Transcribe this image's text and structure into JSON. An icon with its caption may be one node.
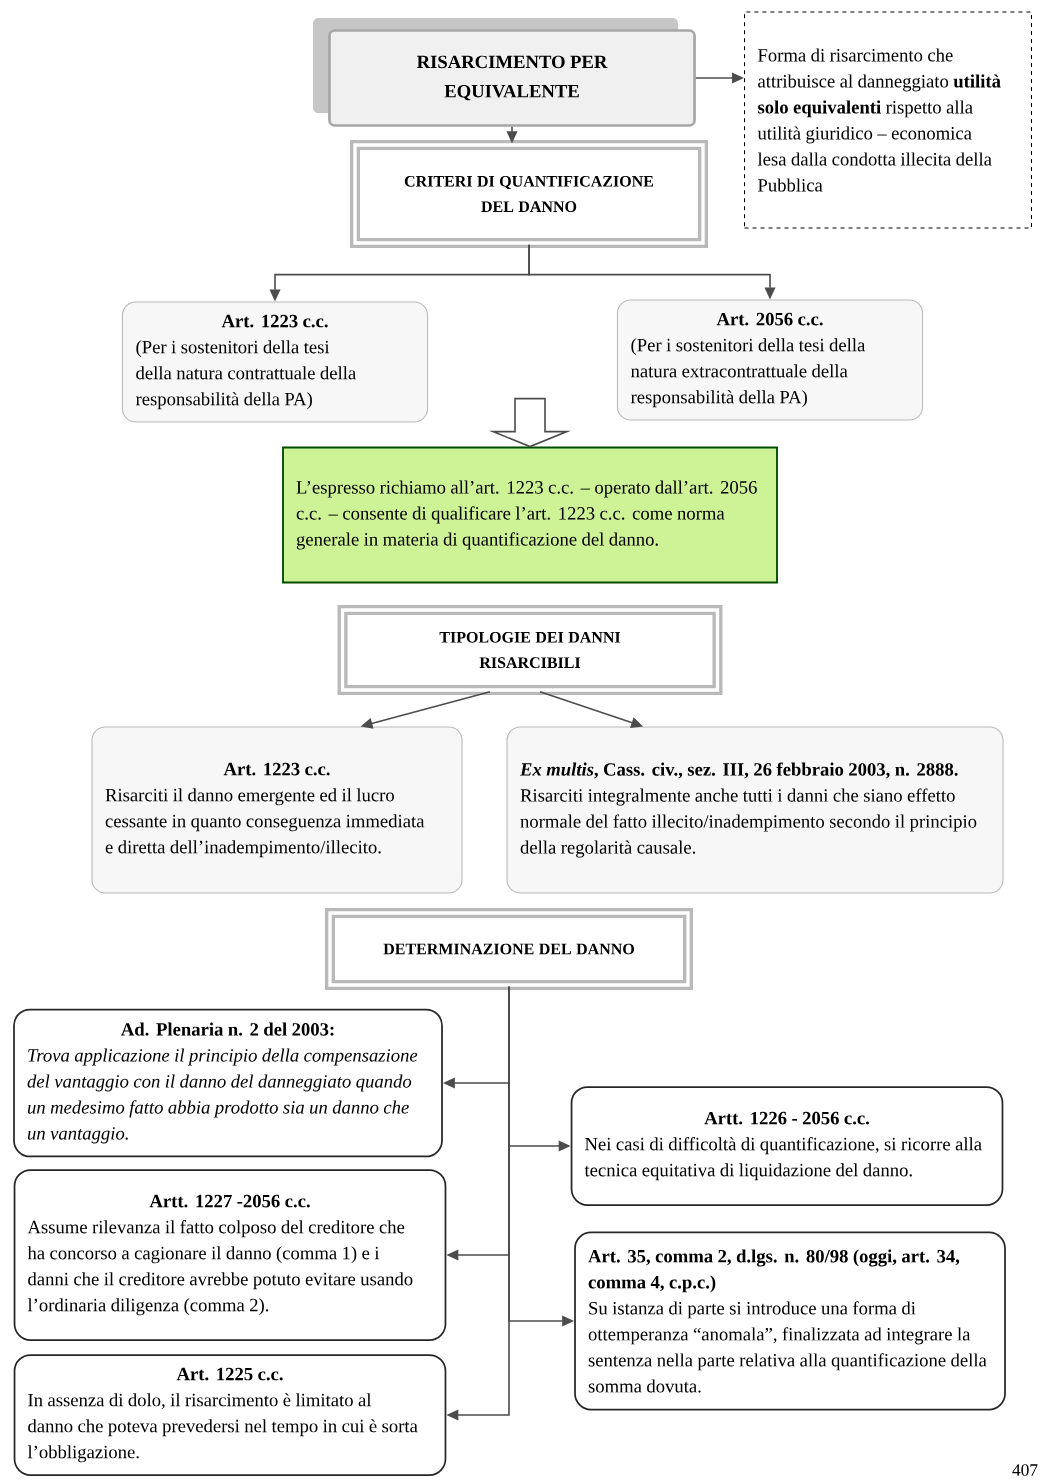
{
  "diagram": {
    "nodes": [
      {
        "text": [
          "RISARCIMENTO PER EQUIVALENTE"
        ]
      },
      {
        "text": [
          "Forma di risarcimento che attribuisce al danneggiato **utilità solo equivalenti** rispetto alla utilità giuridico – economica lesa dalla condotta illecita della Pubblica"
        ]
      },
      {
        "text": [
          "CRITERI DI QUANTIFICAZIONE DEL DANNO"
        ]
      },
      {
        "text": [
          "Art. 1223 c.c.",
          "(Per i sostenitori della tesi della natura contrattuale della responsabilità della PA)"
        ]
      },
      {
        "text": [
          "Art. 2056 c.c.",
          "(Per i sostenitori della tesi della natura extracontrattuale della responsabilità della PA)"
        ]
      },
      {
        "text": [
          "L’espresso richiamo all’art. 1223 c.c. – operato dall’art. 2056 c.c. – consente di qualificare l’art. 1223 c.c. come norma generale in materia di quantificazione del danno."
        ]
      },
      {
        "text": [
          "TIPOLOGIE DEI DANNI RISARCIBILI"
        ]
      },
      {
        "text": [
          "Art. 1223 c.c.",
          "Risarciti il danno emergente ed il lucro cessante in quanto conseguenza immediata e diretta dell’inadempimento/illecito."
        ]
      },
      {
        "text": [
          "*Ex multis*, Cass. civ., sez. III, 26 febbraio 2003, n. 2888.",
          "Risarciti integralmente anche tutti i danni che siano effetto normale del fatto illecito/inadempimento secondo il principio della regolarità causale."
        ]
      },
      {
        "text": [
          "DETERMINAZIONE DEL DANNO"
        ]
      },
      {
        "text": [
          "Ad. Plenaria n. 2 del 2003:",
          "Trova applicazione il principio della compensazione del vantaggio con il danno del danneggiato quando un medesimo fatto abbia prodotto sia un danno che un vantaggio."
        ]
      },
      {
        "text": [
          "Artt. 1226 - 2056 c.c.",
          "Nei casi di difficoltà di quantificazione, si ricorre alla tecnica equitativa di liquidazione del danno."
        ]
      },
      {
        "text": [
          "Artt. 1227 -2056 c.c.",
          "Assume rilevanza il fatto colposo del creditore che ha concorso a cagionare il danno (comma 1) e i danni che il creditore avrebbe potuto evitare usando l’ordinaria diligenza (comma 2)."
        ]
      },
      {
        "text": [
          "Art. 35, comma 2, d.lgs. n. 80/98 (oggi, art. 34, comma 4, c.p.c.)",
          "Su istanza di parte si introduce una forma di ottemperanza “anomala”, finalizzata ad integrare la sentenza nella parte relativa alla quantificazione della somma dovuta."
        ]
      },
      {
        "text": [
          "Art. 1225 c.c.",
          "In assenza di dolo, il risarcimento è limitato al danno che poteva prevedersi nel tempo in cui è sorta l’obbligazione."
        ]
      }
    ],
    "edges": [
      {
        "from": 0,
        "to": 1,
        "arrow": "to"
      },
      {
        "from": 0,
        "to": 2,
        "arrow": "to"
      },
      {
        "from": 2,
        "to": 3,
        "arrow": "to"
      },
      {
        "from": 2,
        "to": 4,
        "arrow": "to"
      },
      {
        "from": null,
        "to": 5,
        "arrow": "to"
      },
      {
        "from": 6,
        "to": 7,
        "arrow": "to"
      },
      {
        "from": 6,
        "to": 8,
        "arrow": "to"
      },
      {
        "from": 9,
        "to": 10,
        "arrow": "to"
      },
      {
        "from": 9,
        "to": 11,
        "arrow": "to"
      },
      {
        "from": 9,
        "to": 12,
        "arrow": "to"
      },
      {
        "from": 9,
        "to": 13,
        "arrow": "to"
      },
      {
        "from": 9,
        "to": 14,
        "arrow": "to"
      }
    ],
    "labels": [
      "407"
    ]
  }
}
